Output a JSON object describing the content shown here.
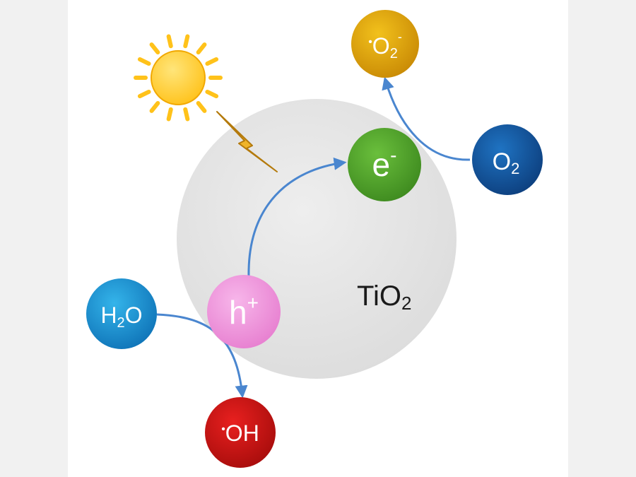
{
  "catalyst": {
    "label": "TiO",
    "sub": "2",
    "color": "#dcdcdc"
  },
  "species": {
    "electron": {
      "main": "e",
      "sup": "-",
      "color": "#6abf3c",
      "dark": "#3e8a1f"
    },
    "hole": {
      "main": "h",
      "sup": "+",
      "color": "#f7b6ea",
      "dark": "#e77fd0"
    },
    "o2": {
      "main": "O",
      "sub": "2",
      "color": "#1f73c2",
      "dark": "#0d3f7e"
    },
    "superoxide": {
      "dot": "•",
      "main": "O",
      "sub": "2",
      "sup": "-",
      "color": "#f2c11c",
      "dark": "#c98a05"
    },
    "water": {
      "main1": "H",
      "sub": "2",
      "main2": "O",
      "color": "#34b4ea",
      "dark": "#0f74b8"
    },
    "hydroxyl": {
      "dot": "•",
      "main": "OH",
      "color": "#e8201f",
      "dark": "#a80d0c"
    }
  },
  "colors": {
    "arrow": "#4a86cf",
    "sun": "#ffc21a",
    "sun_core": "#ffe57a",
    "bolt": "#f0b428",
    "bolt_edge": "#b47a0c"
  },
  "icons": [
    "sun-icon",
    "lightning-icon"
  ]
}
